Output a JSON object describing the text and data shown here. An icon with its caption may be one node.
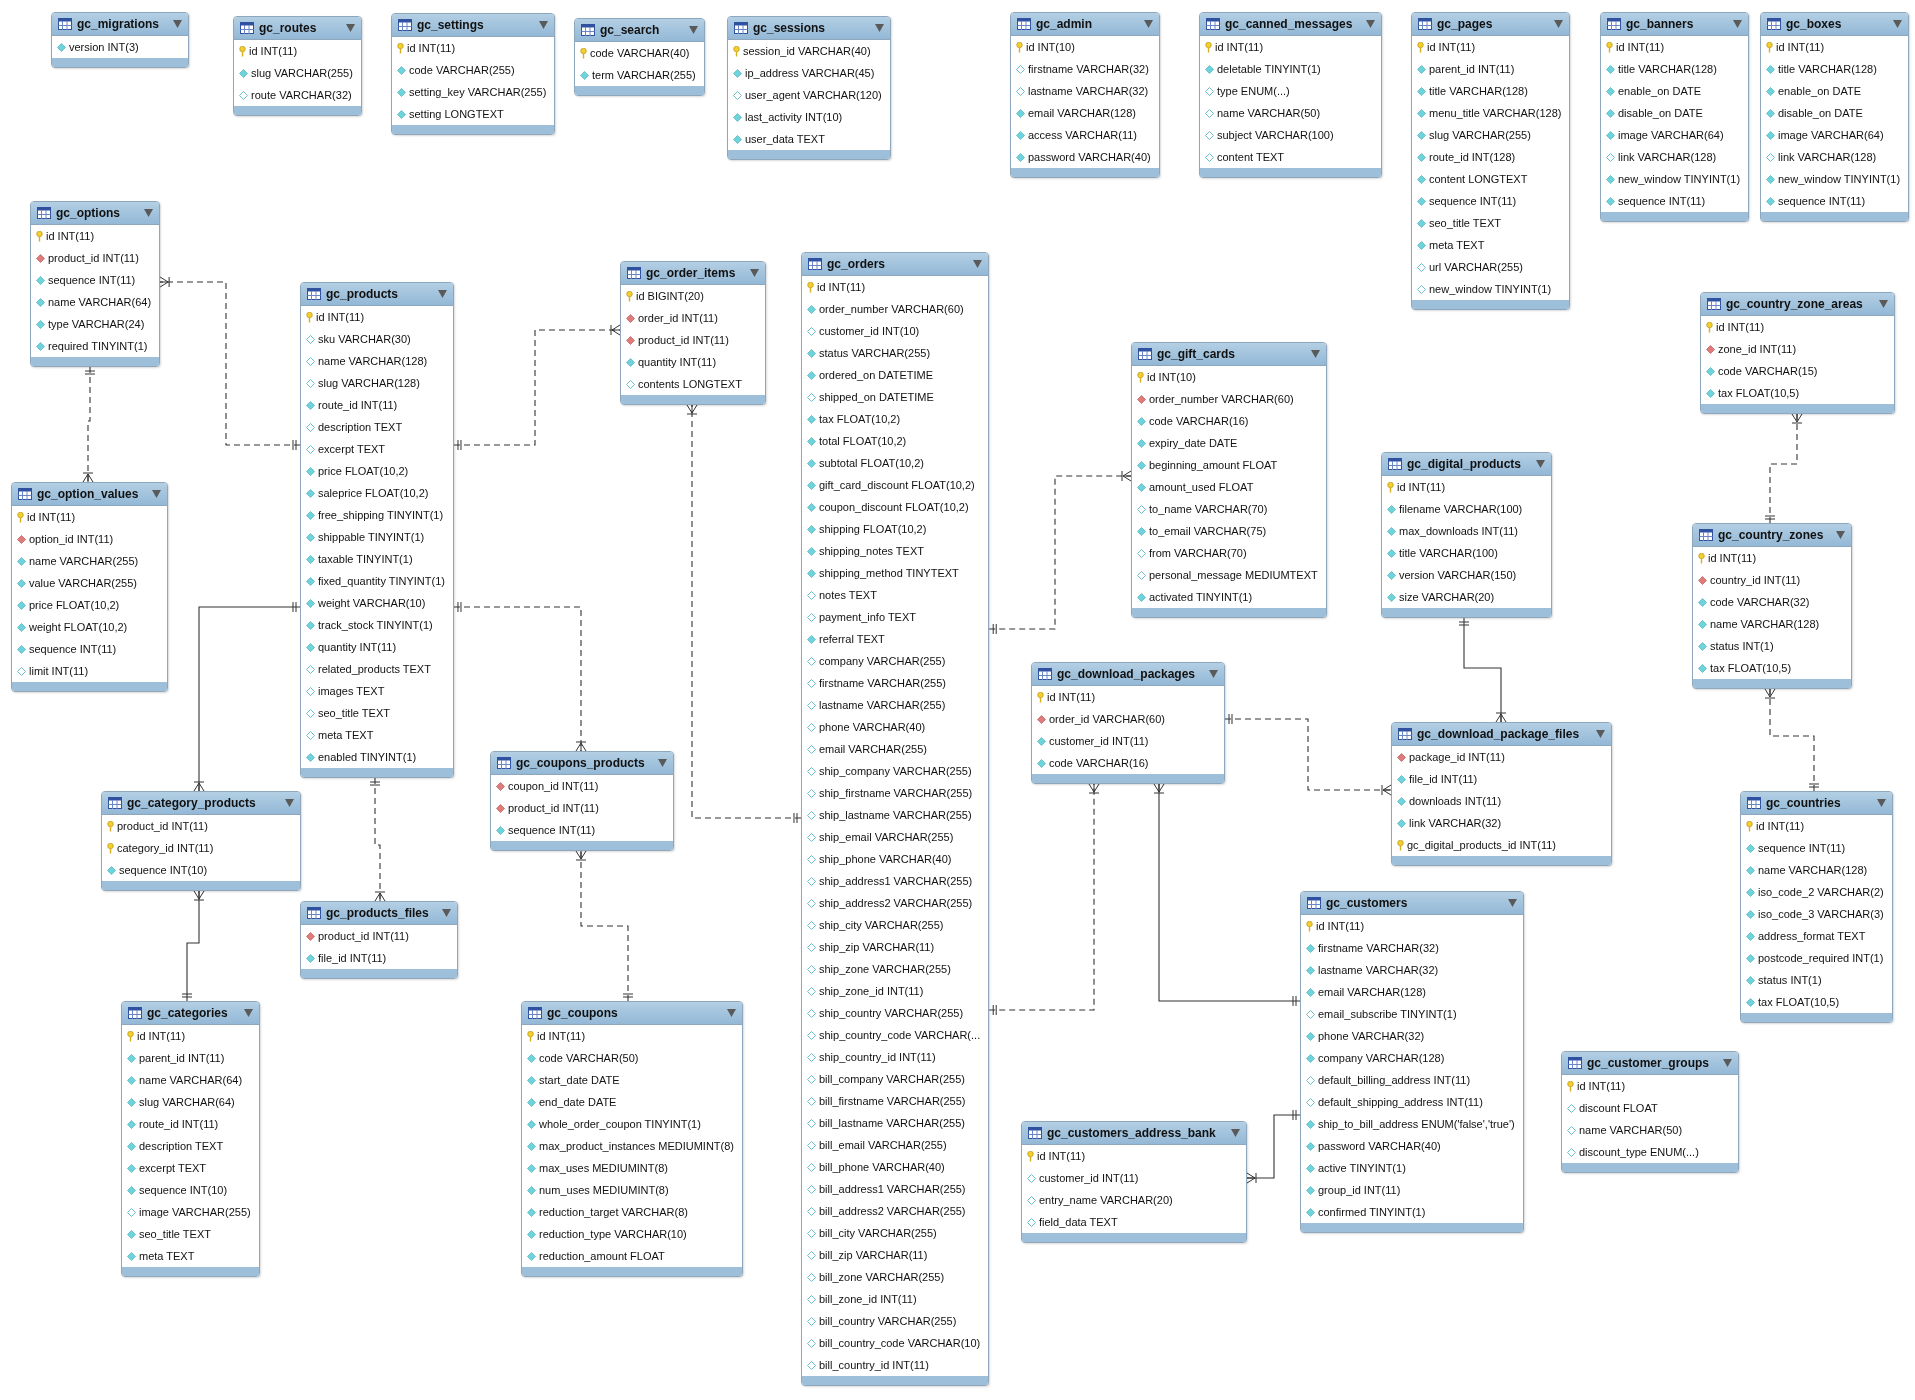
{
  "diagram": {
    "nodes": [
      {
        "text": [
          "gc_migrations",
          "version INT(3)"
        ]
      },
      {
        "text": [
          "gc_routes",
          "id INT(11)",
          "slug VARCHAR(255)",
          "route VARCHAR(32)"
        ]
      },
      {
        "text": [
          "gc_settings",
          "id INT(11)",
          "code VARCHAR(255)",
          "setting_key VARCHAR(255)",
          "setting LONGTEXT"
        ]
      },
      {
        "text": [
          "gc_search",
          "code VARCHAR(40)",
          "term VARCHAR(255)"
        ]
      },
      {
        "text": [
          "gc_sessions",
          "session_id VARCHAR(40)",
          "ip_address VARCHAR(45)",
          "user_agent VARCHAR(120)",
          "last_activity INT(10)",
          "user_data TEXT"
        ]
      },
      {
        "text": [
          "gc_admin",
          "id INT(10)",
          "firstname VARCHAR(32)",
          "lastname VARCHAR(32)",
          "email VARCHAR(128)",
          "access VARCHAR(11)",
          "password VARCHAR(40)"
        ]
      },
      {
        "text": [
          "gc_canned_messages",
          "id INT(11)",
          "deletable TINYINT(1)",
          "type ENUM(...)",
          "name VARCHAR(50)",
          "subject VARCHAR(100)",
          "content TEXT"
        ]
      },
      {
        "text": [
          "gc_pages",
          "id INT(11)",
          "parent_id INT(11)",
          "title VARCHAR(128)",
          "menu_title VARCHAR(128)",
          "slug VARCHAR(255)",
          "route_id INT(128)",
          "content LONGTEXT",
          "sequence INT(11)",
          "seo_title TEXT",
          "meta TEXT",
          "url VARCHAR(255)",
          "new_window TINYINT(1)"
        ]
      },
      {
        "text": [
          "gc_banners",
          "id INT(11)",
          "title VARCHAR(128)",
          "enable_on DATE",
          "disable_on DATE",
          "image VARCHAR(64)",
          "link VARCHAR(128)",
          "new_window TINYINT(1)",
          "sequence INT(11)"
        ]
      },
      {
        "text": [
          "gc_boxes",
          "id INT(11)",
          "title VARCHAR(128)",
          "enable_on DATE",
          "disable_on DATE",
          "image VARCHAR(64)",
          "link VARCHAR(128)",
          "new_window TINYINT(1)",
          "sequence INT(11)"
        ]
      },
      {
        "text": [
          "gc_options",
          "id INT(11)",
          "product_id INT(11)",
          "sequence INT(11)",
          "name VARCHAR(64)",
          "type VARCHAR(24)",
          "required TINYINT(1)"
        ]
      },
      {
        "text": [
          "gc_products",
          "id INT(11)",
          "sku VARCHAR(30)",
          "name VARCHAR(128)",
          "slug VARCHAR(128)",
          "route_id INT(11)",
          "description TEXT",
          "excerpt TEXT",
          "price FLOAT(10,2)",
          "saleprice FLOAT(10,2)",
          "free_shipping TINYINT(1)",
          "shippable TINYINT(1)",
          "taxable TINYINT(1)",
          "fixed_quantity TINYINT(1)",
          "weight VARCHAR(10)",
          "track_stock TINYINT(1)",
          "quantity INT(11)",
          "related_products TEXT",
          "images TEXT",
          "seo_title TEXT",
          "meta TEXT",
          "enabled TINYINT(1)"
        ]
      },
      {
        "text": [
          "gc_order_items",
          "id BIGINT(20)",
          "order_id INT(11)",
          "product_id INT(11)",
          "quantity INT(11)",
          "contents LONGTEXT"
        ]
      },
      {
        "text": [
          "gc_orders",
          "id INT(11)",
          "order_number VARCHAR(60)",
          "customer_id INT(10)",
          "status VARCHAR(255)",
          "ordered_on DATETIME",
          "shipped_on DATETIME",
          "tax FLOAT(10,2)",
          "total FLOAT(10,2)",
          "subtotal FLOAT(10,2)",
          "gift_card_discount FLOAT(10,2)",
          "coupon_discount FLOAT(10,2)",
          "shipping FLOAT(10,2)",
          "shipping_notes TEXT",
          "shipping_method TINYTEXT",
          "notes TEXT",
          "payment_info TEXT",
          "referral TEXT",
          "company VARCHAR(255)",
          "firstname VARCHAR(255)",
          "lastname VARCHAR(255)",
          "phone VARCHAR(40)",
          "email VARCHAR(255)",
          "ship_company VARCHAR(255)",
          "ship_firstname VARCHAR(255)",
          "ship_lastname VARCHAR(255)",
          "ship_email VARCHAR(255)",
          "ship_phone VARCHAR(40)",
          "ship_address1 VARCHAR(255)",
          "ship_address2 VARCHAR(255)",
          "ship_city VARCHAR(255)",
          "ship_zip VARCHAR(11)",
          "ship_zone VARCHAR(255)",
          "ship_zone_id INT(11)",
          "ship_country VARCHAR(255)",
          "ship_country_code VARCHAR(...",
          "ship_country_id INT(11)",
          "bill_company VARCHAR(255)",
          "bill_firstname VARCHAR(255)",
          "bill_lastname VARCHAR(255)",
          "bill_email VARCHAR(255)",
          "bill_phone VARCHAR(40)",
          "bill_address1 VARCHAR(255)",
          "bill_address2 VARCHAR(255)",
          "bill_city VARCHAR(255)",
          "bill_zip VARCHAR(11)",
          "bill_zone VARCHAR(255)",
          "bill_zone_id INT(11)",
          "bill_country VARCHAR(255)",
          "bill_country_code VARCHAR(10)",
          "bill_country_id INT(11)"
        ]
      },
      {
        "text": [
          "gc_gift_cards",
          "id INT(10)",
          "order_number VARCHAR(60)",
          "code VARCHAR(16)",
          "expiry_date DATE",
          "beginning_amount FLOAT",
          "amount_used FLOAT",
          "to_name VARCHAR(70)",
          "to_email VARCHAR(75)",
          "from VARCHAR(70)",
          "personal_message MEDIUMTEXT",
          "activated TINYINT(1)"
        ]
      },
      {
        "text": [
          "gc_country_zone_areas",
          "id INT(11)",
          "zone_id INT(11)",
          "code VARCHAR(15)",
          "tax FLOAT(10,5)"
        ]
      },
      {
        "text": [
          "gc_option_values",
          "id INT(11)",
          "option_id INT(11)",
          "name VARCHAR(255)",
          "value VARCHAR(255)",
          "price FLOAT(10,2)",
          "weight FLOAT(10,2)",
          "sequence INT(11)",
          "limit INT(11)"
        ]
      },
      {
        "text": [
          "gc_digital_products",
          "id INT(11)",
          "filename VARCHAR(100)",
          "max_downloads INT(11)",
          "title VARCHAR(100)",
          "version VARCHAR(150)",
          "size VARCHAR(20)"
        ]
      },
      {
        "text": [
          "gc_country_zones",
          "id INT(11)",
          "country_id INT(11)",
          "code VARCHAR(32)",
          "name VARCHAR(128)",
          "status INT(1)",
          "tax FLOAT(10,5)"
        ]
      },
      {
        "text": [
          "gc_download_packages",
          "id INT(11)",
          "order_id VARCHAR(60)",
          "customer_id INT(11)",
          "code VARCHAR(16)"
        ]
      },
      {
        "text": [
          "gc_download_package_files",
          "package_id INT(11)",
          "file_id INT(11)",
          "downloads INT(11)",
          "link VARCHAR(32)",
          "gc_digital_products_id INT(11)"
        ]
      },
      {
        "text": [
          "gc_coupons_products",
          "coupon_id INT(11)",
          "product_id INT(11)",
          "sequence INT(11)"
        ]
      },
      {
        "text": [
          "gc_category_products",
          "product_id INT(11)",
          "category_id INT(11)",
          "sequence INT(10)"
        ]
      },
      {
        "text": [
          "gc_countries",
          "id INT(11)",
          "sequence INT(11)",
          "name VARCHAR(128)",
          "iso_code_2 VARCHAR(2)",
          "iso_code_3 VARCHAR(3)",
          "address_format TEXT",
          "postcode_required INT(1)",
          "status INT(1)",
          "tax FLOAT(10,5)"
        ]
      },
      {
        "text": [
          "gc_products_files",
          "product_id INT(11)",
          "file_id INT(11)"
        ]
      },
      {
        "text": [
          "gc_customers",
          "id INT(11)",
          "firstname VARCHAR(32)",
          "lastname VARCHAR(32)",
          "email VARCHAR(128)",
          "email_subscribe TINYINT(1)",
          "phone VARCHAR(32)",
          "company VARCHAR(128)",
          "default_billing_address INT(11)",
          "default_shipping_address INT(11)",
          "ship_to_bill_address ENUM('false','true')",
          "password VARCHAR(40)",
          "active TINYINT(1)",
          "group_id INT(11)",
          "confirmed TINYINT(1)"
        ]
      },
      {
        "text": [
          "gc_categories",
          "id INT(11)",
          "parent_id INT(11)",
          "name VARCHAR(64)",
          "slug VARCHAR(64)",
          "route_id INT(11)",
          "description TEXT",
          "excerpt TEXT",
          "sequence INT(10)",
          "image VARCHAR(255)",
          "seo_title TEXT",
          "meta TEXT"
        ]
      },
      {
        "text": [
          "gc_coupons",
          "id INT(11)",
          "code VARCHAR(50)",
          "start_date DATE",
          "end_date DATE",
          "whole_order_coupon TINYINT(1)",
          "max_product_instances MEDIUMINT(8)",
          "max_uses MEDIUMINT(8)",
          "num_uses MEDIUMINT(8)",
          "reduction_target VARCHAR(8)",
          "reduction_type VARCHAR(10)",
          "reduction_amount FLOAT"
        ]
      },
      {
        "text": [
          "gc_customer_groups",
          "id INT(11)",
          "discount FLOAT",
          "name VARCHAR(50)",
          "discount_type ENUM(...)"
        ]
      },
      {
        "text": [
          "gc_customers_address_bank",
          "id INT(11)",
          "customer_id INT(11)",
          "entry_name VARCHAR(20)",
          "field_data TEXT"
        ]
      }
    ],
    "edges": [
      {
        "from": 10,
        "to": 16,
        "arrow": "other",
        "style": "dashed"
      },
      {
        "from": 11,
        "to": 10,
        "arrow": "other",
        "style": "dashed"
      },
      {
        "from": 11,
        "to": 12,
        "arrow": "other",
        "style": "dashed"
      },
      {
        "from": 11,
        "to": 22,
        "arrow": "other"
      },
      {
        "from": 11,
        "to": 21,
        "arrow": "other",
        "style": "dashed"
      },
      {
        "from": 11,
        "to": 24,
        "arrow": "other",
        "style": "dashed"
      },
      {
        "from": 26,
        "to": 22,
        "arrow": "other"
      },
      {
        "from": 27,
        "to": 21,
        "arrow": "other",
        "style": "dashed"
      },
      {
        "from": 13,
        "to": 12,
        "arrow": "other",
        "style": "dashed"
      },
      {
        "from": 13,
        "to": 14,
        "arrow": "other",
        "style": "dashed"
      },
      {
        "from": 13,
        "to": 19,
        "arrow": "other",
        "style": "dashed"
      },
      {
        "from": 25,
        "to": 19,
        "arrow": "other"
      },
      {
        "from": 25,
        "to": 29,
        "arrow": "other"
      },
      {
        "from": 19,
        "to": 20,
        "arrow": "other",
        "style": "dashed"
      },
      {
        "from": 17,
        "to": 20,
        "arrow": "other"
      },
      {
        "from": 18,
        "to": 15,
        "arrow": "other",
        "style": "dashed"
      },
      {
        "from": 23,
        "to": 18,
        "arrow": "other",
        "style": "dashed"
      }
    ]
  }
}
